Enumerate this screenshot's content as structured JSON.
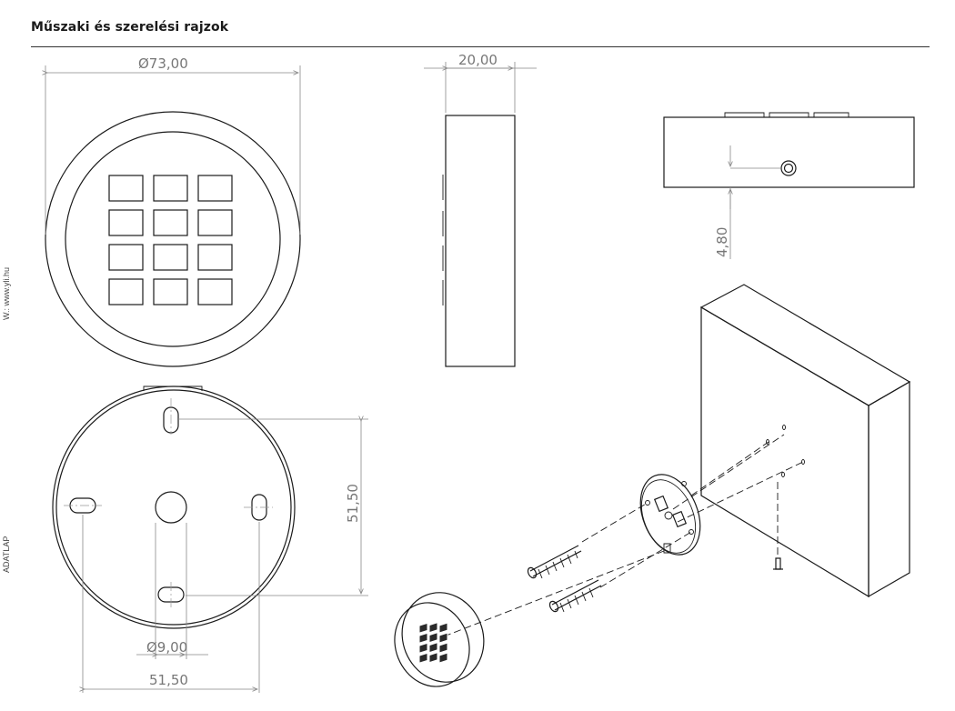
{
  "header": {
    "title": "Műszaki és szerelési rajzok"
  },
  "side_labels": {
    "upper": "W.: www.yli.hu",
    "lower": "ADATLAP"
  },
  "dimensions": {
    "front_diameter": "Ø73,00",
    "depth": "20,00",
    "button_offset": "4,80",
    "vertical_spacing": "51,50",
    "hole_diameter": "Ø9,00",
    "horizontal_spacing": "51,50"
  },
  "colors": {
    "line": "#1a1a1a",
    "dimension": "#777777"
  }
}
